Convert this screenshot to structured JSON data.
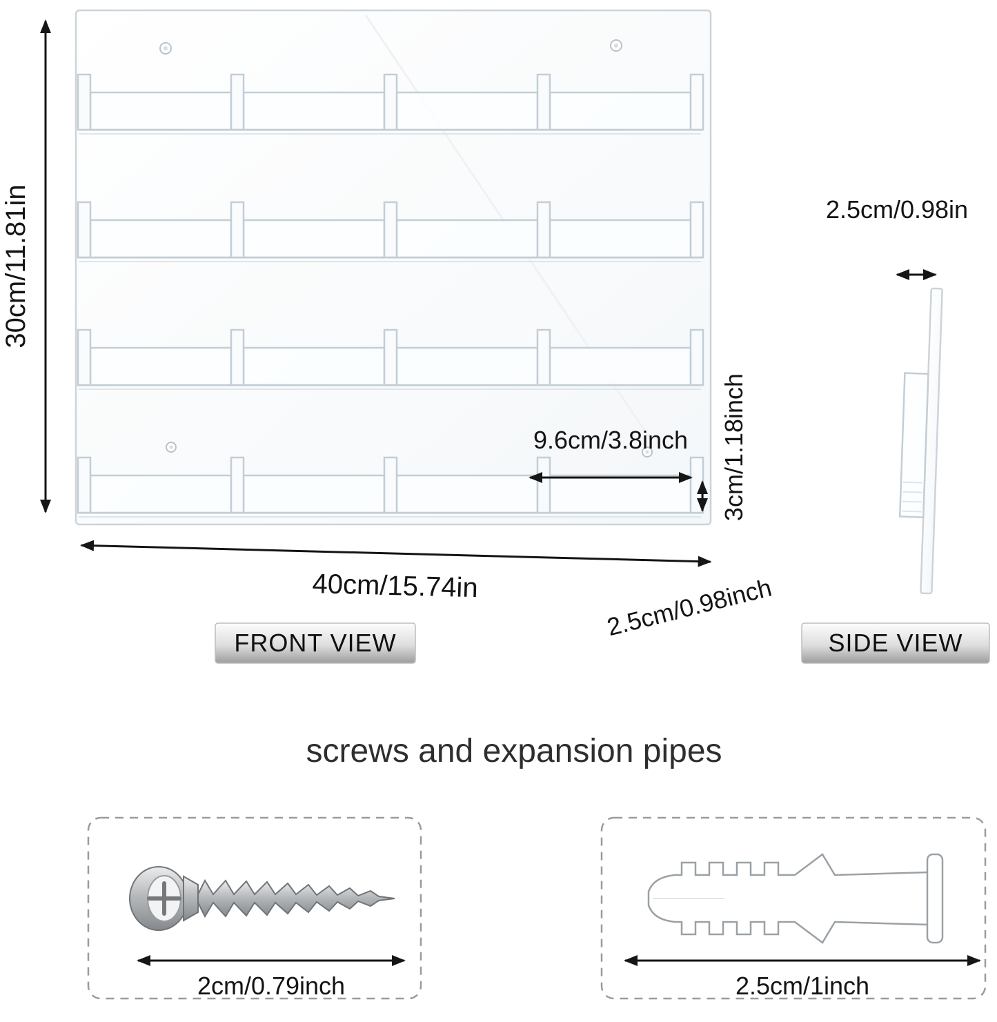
{
  "diagram": {
    "front_view": {
      "label": "FRONT VIEW",
      "height_dim": "30cm/11.81in",
      "width_dim": "40cm/15.74in",
      "pocket_width_dim": "9.6cm/3.8inch",
      "pocket_height_dim": "3cm/1.18inch",
      "depth_dim": "2.5cm/0.98inch"
    },
    "side_view": {
      "label": "SIDE VIEW",
      "thickness_dim": "2.5cm/0.98in"
    },
    "hardware": {
      "title": "screws and expansion pipes",
      "screw_length_dim": "2cm/0.79inch",
      "anchor_length_dim": "2.5cm/1inch"
    }
  }
}
